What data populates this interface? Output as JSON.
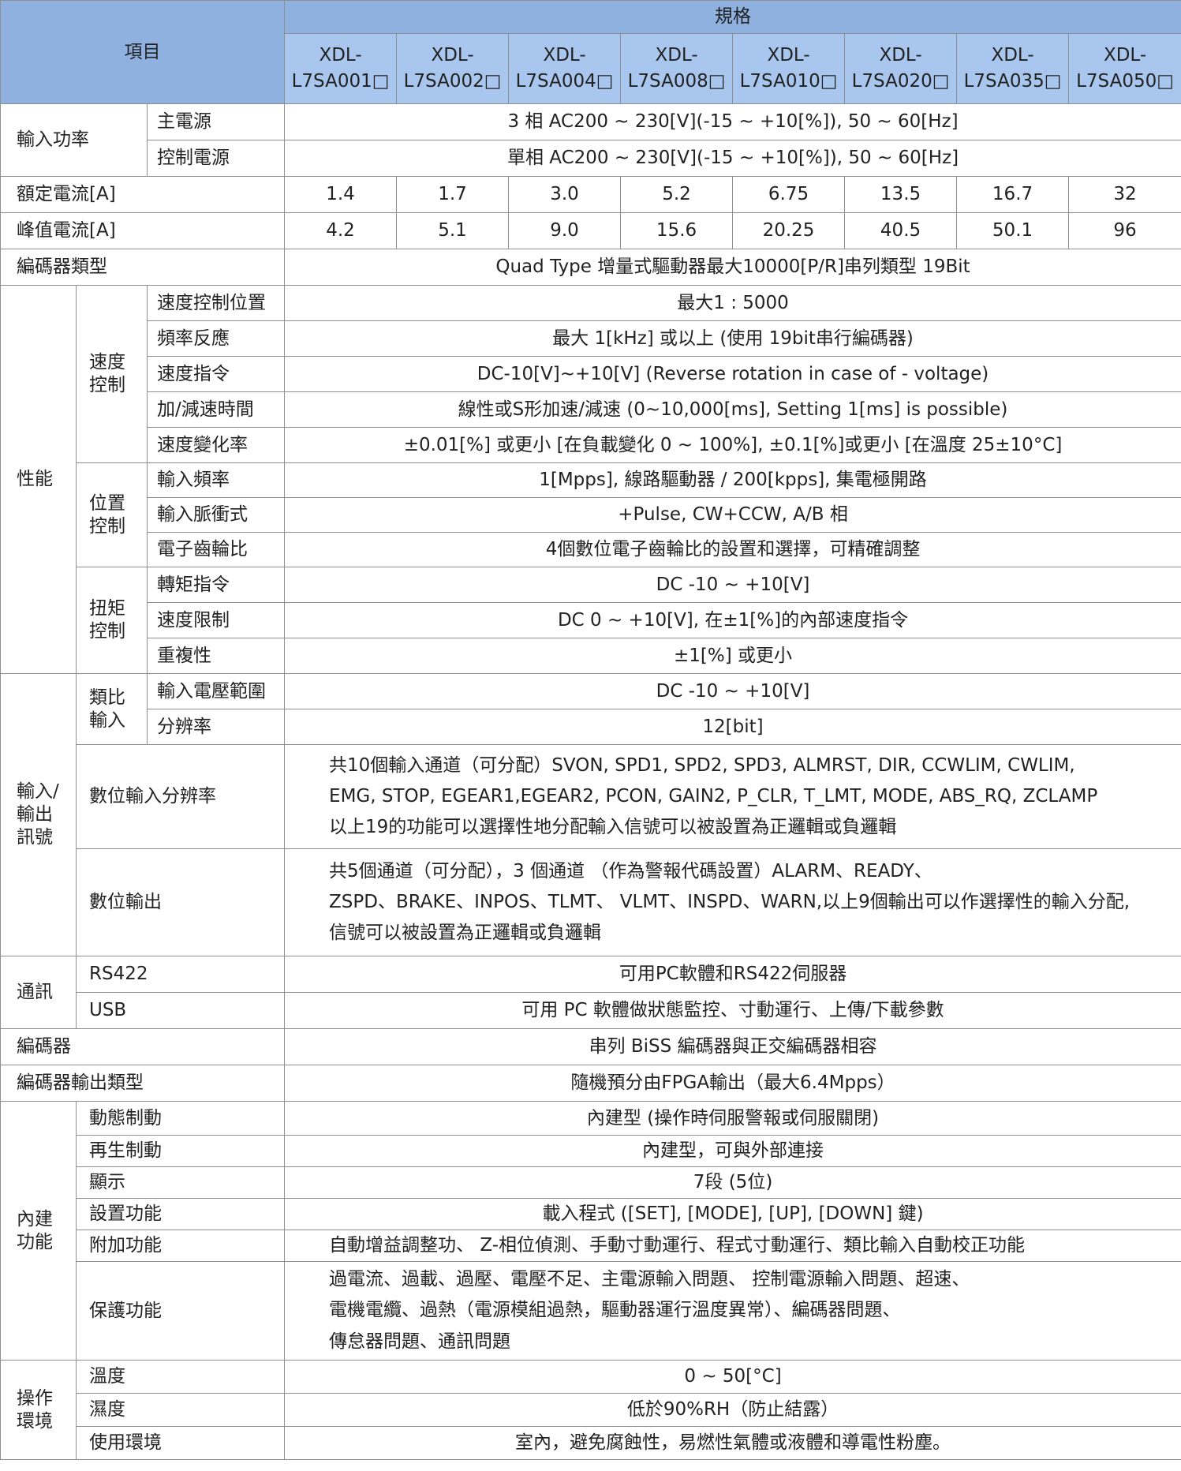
{
  "header": {
    "item": "項目",
    "spec": "規格",
    "models": [
      [
        "XDL-",
        "L7SA001□"
      ],
      [
        "XDL-",
        "L7SA002□"
      ],
      [
        "XDL-",
        "L7SA004□"
      ],
      [
        "XDL-",
        "L7SA008□"
      ],
      [
        "XDL-",
        "L7SA010□"
      ],
      [
        "XDL-",
        "L7SA020□"
      ],
      [
        "XDL-",
        "L7SA035□"
      ],
      [
        "XDL-",
        "L7SA050□"
      ]
    ]
  },
  "input_power": {
    "label": "輸入功率",
    "main": {
      "label": "主電源",
      "value": "3 相 AC200 ~ 230[V](-15 ~ +10[%]), 50 ~ 60[Hz]"
    },
    "control": {
      "label": "控制電源",
      "value": "單相 AC200 ~ 230[V](-15 ~ +10[%]), 50 ~ 60[Hz]"
    }
  },
  "rated_current": {
    "label": "額定電流[A]",
    "values": [
      "1.4",
      "1.7",
      "3.0",
      "5.2",
      "6.75",
      "13.5",
      "16.7",
      "32"
    ]
  },
  "peak_current": {
    "label": "峰值電流[A]",
    "values": [
      "4.2",
      "5.1",
      "9.0",
      "15.6",
      "20.25",
      "40.5",
      "50.1",
      "96"
    ]
  },
  "encoder_type": {
    "label": "編碼器類型",
    "value": "Quad Type 增量式驅動器最大10000[P/R]串列類型 19Bit"
  },
  "performance": {
    "label": "性能",
    "speed": {
      "label": [
        "速度",
        "控制"
      ],
      "rows": [
        {
          "label": "速度控制位置",
          "value": "最大1 : 5000"
        },
        {
          "label": "頻率反應",
          "value": "最大 1[kHz] 或以上 (使用 19bit串行編碼器)"
        },
        {
          "label": "速度指令",
          "value": "DC-10[V]~+10[V] (Reverse rotation in case of - voltage)"
        },
        {
          "label": "加/減速時間",
          "value": "線性或S形加速/減速 (0~10,000[ms], Setting 1[ms] is possible)"
        },
        {
          "label": "速度變化率",
          "value": "±0.01[%] 或更小 [在負載變化 0 ~ 100%], ±0.1[%]或更小 [在溫度 25±10°C]"
        }
      ]
    },
    "position": {
      "label": [
        "位置",
        "控制"
      ],
      "rows": [
        {
          "label": "輸入頻率",
          "value": "1[Mpps], 線路驅動器 / 200[kpps], 集電極開路"
        },
        {
          "label": "輸入脈衝式",
          "value": "+Pulse, CW+CCW, A/B 相"
        },
        {
          "label": "電子齒輪比",
          "value": "4個數位電子齒輪比的設置和選擇，可精確調整"
        }
      ]
    },
    "torque": {
      "label": [
        "扭矩",
        "控制"
      ],
      "rows": [
        {
          "label": "轉矩指令",
          "value": "DC -10 ~ +10[V]"
        },
        {
          "label": "速度限制",
          "value": "DC 0 ~ +10[V], 在±1[%]的內部速度指令"
        },
        {
          "label": "重複性",
          "value": "±1[%] 或更小"
        }
      ]
    }
  },
  "io": {
    "label": [
      "輸入/",
      "輸出",
      "訊號"
    ],
    "analog": {
      "label": [
        "類比",
        "輸入"
      ],
      "rows": [
        {
          "label": "輸入電壓範圍",
          "value": "DC -10 ~ +10[V]"
        },
        {
          "label": "分辨率",
          "value": "12[bit]"
        }
      ]
    },
    "digital_input": {
      "label": "數位輸入分辨率",
      "lines": [
        "共10個輸入通道（可分配）SVON, SPD1, SPD2, SPD3, ALMRST, DIR, CCWLIM, CWLIM,",
        "EMG, STOP, EGEAR1,EGEAR2, PCON, GAIN2, P_CLR, T_LMT, MODE, ABS_RQ, ZCLAMP",
        "以上19的功能可以選擇性地分配輸入信號可以被設置為正邏輯或負邏輯"
      ]
    },
    "digital_output": {
      "label": "數位輸出",
      "lines": [
        "共5個通道（可分配），3 個通道 （作為警報代碼設置）ALARM、READY、",
        "ZSPD、BRAKE、INPOS、TLMT、 VLMT、INSPD、WARN,以上9個輸出可以作選擇性的輸入分配,",
        "信號可以被設置為正邏輯或負邏輯"
      ]
    }
  },
  "comm": {
    "label": "通訊",
    "rows": [
      {
        "label": "RS422",
        "value": "可用PC軟體和RS422伺服器"
      },
      {
        "label": "USB",
        "value": "可用 PC 軟體做狀態監控、寸動運行、上傳/下載參數"
      }
    ]
  },
  "encoder": {
    "label": "編碼器",
    "value": "串列 BiSS 編碼器與正交編碼器相容"
  },
  "encoder_output": {
    "label": "編碼器輸出類型",
    "value": "隨機預分由FPGA輸出（最大6.4Mpps）"
  },
  "builtin": {
    "label": [
      "內建",
      "功能"
    ],
    "dynamic_brake": {
      "label": "動態制動",
      "value": "內建型 (操作時伺服警報或伺服關閉)"
    },
    "regen_brake": {
      "label": "再生制動",
      "value": "內建型，可與外部連接"
    },
    "display": {
      "label": "顯示",
      "value": "7段 (5位)"
    },
    "setting": {
      "label": "設置功能",
      "value": "載入程式 ([SET], [MODE], [UP], [DOWN] 鍵)"
    },
    "additional": {
      "label": "附加功能",
      "value": "自動增益調整功、 Z-相位偵測、手動寸動運行、程式寸動運行、類比輸入自動校正功能"
    },
    "protection": {
      "label": "保護功能",
      "lines": [
        "過電流、過載、過壓、電壓不足、主電源輸入問題、 控制電源輸入問題、超速、",
        "電機電纜、過熱（電源模組過熱，驅動器運行溫度異常）、編碼器問題、",
        "傳怠器問題、通訊問題"
      ]
    }
  },
  "environment": {
    "label": [
      "操作",
      "環境"
    ],
    "temperature": {
      "label": "溫度",
      "value": "0 ~ 50[°C]"
    },
    "humidity": {
      "label": "濕度",
      "value": "低於90%RH（防止結露）"
    },
    "usage": {
      "label": "使用環境",
      "value": "室內，避免腐蝕性，易燃性氣體或液體和導電性粉塵。"
    }
  }
}
